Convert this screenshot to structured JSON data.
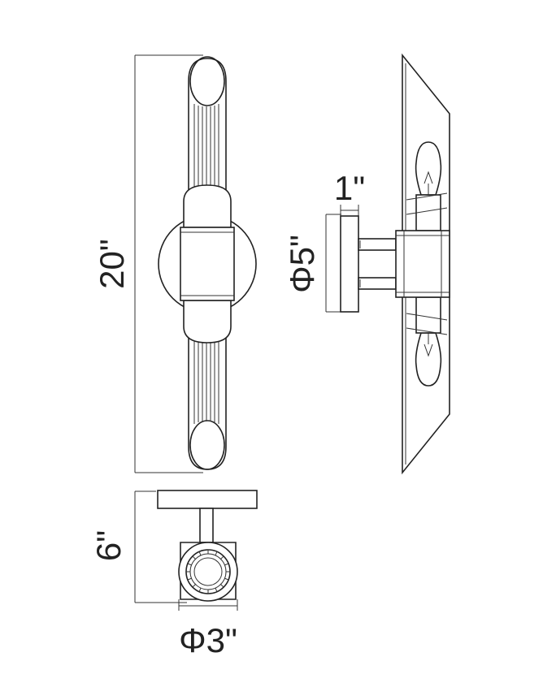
{
  "dimensions": {
    "height": "20\"",
    "depth": "6\"",
    "backplate_diameter": "Φ5\"",
    "backplate_thickness": "1\"",
    "shade_diameter": "Φ3\""
  },
  "colors": {
    "line": "#222222",
    "background": "#ffffff"
  }
}
